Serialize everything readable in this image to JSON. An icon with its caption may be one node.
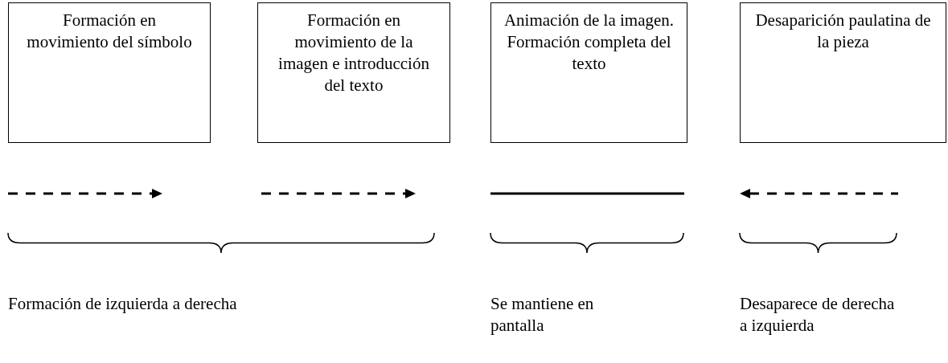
{
  "diagram": {
    "nodes": [
      {
        "text": [
          "Formación en movimiento del símbolo"
        ]
      },
      {
        "text": [
          "Formación en movimiento de la imagen e introducción del texto"
        ]
      },
      {
        "text": [
          "Animación de la imagen. Formación completa del texto"
        ]
      },
      {
        "text": [
          "Desaparición paulatina de la pieza"
        ]
      }
    ],
    "labels": [
      "Formación de izquierda a derecha",
      "Se mantiene en pantalla",
      "Desaparece de derecha a izquierda"
    ]
  }
}
